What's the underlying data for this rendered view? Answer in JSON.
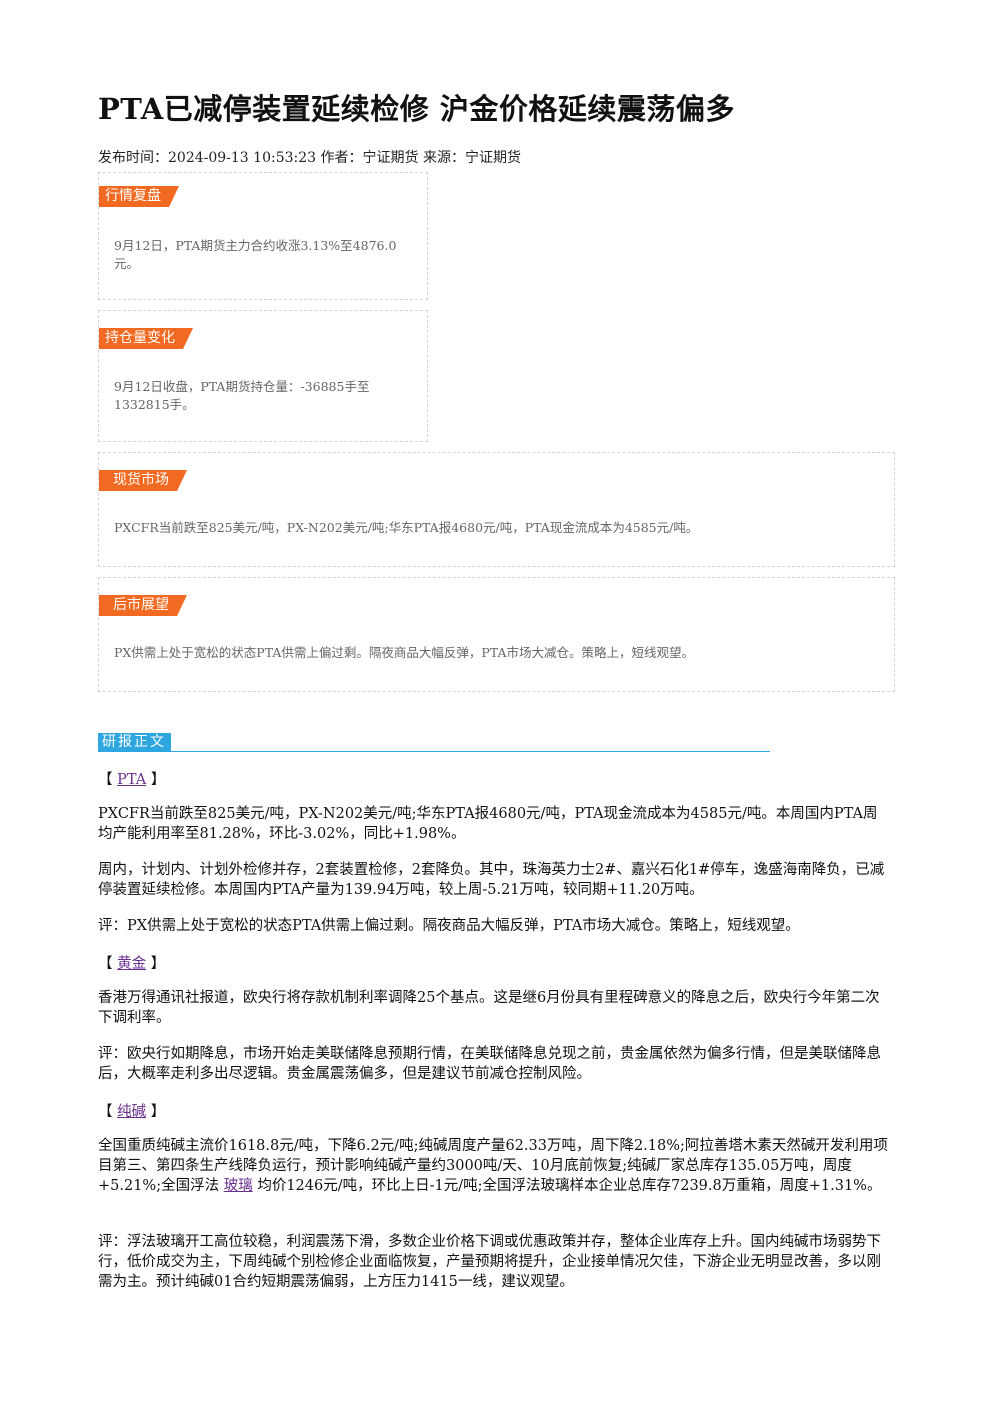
{
  "title": "PTA已减停装置延续检修 沪金价格延续震荡偏多",
  "meta": {
    "publish_label": "发布时间：",
    "publish_time": "2024-09-13 10:53:23",
    "author_label": " 作者：",
    "author": "宁证期货",
    "source_label": " 来源：",
    "source": "宁证期货"
  },
  "boxes": {
    "market_review": {
      "tag": "行情复盘",
      "text": "9月12日，PTA期货主力合约收涨3.13%至4876.0元。"
    },
    "position_change": {
      "tag": "持仓量变化",
      "text": "9月12日收盘，PTA期货持仓量：-36885手至1332815手。"
    },
    "spot_market": {
      "tag": "现货市场",
      "text": "PXCFR当前跌至825美元/吨，PX-N202美元/吨;华东PTA报4680元/吨，PTA现金流成本为4585元/吨。"
    },
    "outlook": {
      "tag": "后市展望",
      "text": "PX供需上处于宽松的状态PTA供需上偏过剩。隔夜商品大幅反弹，PTA市场大减仓。策略上，短线观望。"
    }
  },
  "report": {
    "tag": "研报正文",
    "bracket_open": "【 ",
    "bracket_close": " 】",
    "pta": {
      "name": "PTA",
      "p1": "PXCFR当前跌至825美元/吨，PX-N202美元/吨;华东PTA报4680元/吨，PTA现金流成本为4585元/吨。本周国内PTA周均产能利用率至81.28%，环比-3.02%，同比+1.98%。",
      "p2": "周内，计划内、计划外检修并存，2套装置检修，2套降负。其中，珠海英力士2#、嘉兴石化1#停车，逸盛海南降负，已减停装置延续检修。本周国内PTA产量为139.94万吨，较上周-5.21万吨，较同期+11.20万吨。",
      "p3": "评：PX供需上处于宽松的状态PTA供需上偏过剩。隔夜商品大幅反弹，PTA市场大减仓。策略上，短线观望。"
    },
    "gold": {
      "name": "黄金",
      "p1": "香港万得通讯社报道，欧央行将存款机制利率调降25个基点。这是继6月份具有里程碑意义的降息之后，欧央行今年第二次下调利率。",
      "p2": "评：欧央行如期降息，市场开始走美联储降息预期行情，在美联储降息兑现之前，贵金属依然为偏多行情，但是美联储降息后，大概率走利多出尽逻辑。贵金属震荡偏多，但是建议节前减仓控制风险。"
    },
    "soda": {
      "name": "纯碱",
      "p1_a": "全国重质纯碱主流价1618.8元/吨，下降6.2元/吨;纯碱周度产量62.33万吨，周下降2.18%;阿拉善塔木素天然碱开发利用项目第三、第四条生产线降负运行，预计影响纯碱产量约3000吨/天、10月底前恢复;纯碱厂家总库存135.05万吨，周度+5.21%;全国浮法 ",
      "p1_link": "玻璃",
      "p1_b": " 均价1246元/吨，环比上日-1元/吨;全国浮法玻璃样本企业总库存7239.8万重箱，周度+1.31%。",
      "p2": "评：浮法玻璃开工高位较稳，利润震荡下滑，多数企业价格下调或优惠政策并存，整体企业库存上升。国内纯碱市场弱势下行，低价成交为主，下周纯碱个别检修企业面临恢复，产量预期将提升，企业接单情况欠佳，下游企业无明显改善，多以刚需为主。预计纯碱01合约短期震荡偏弱，上方压力1415一线，建议观望。"
    }
  }
}
